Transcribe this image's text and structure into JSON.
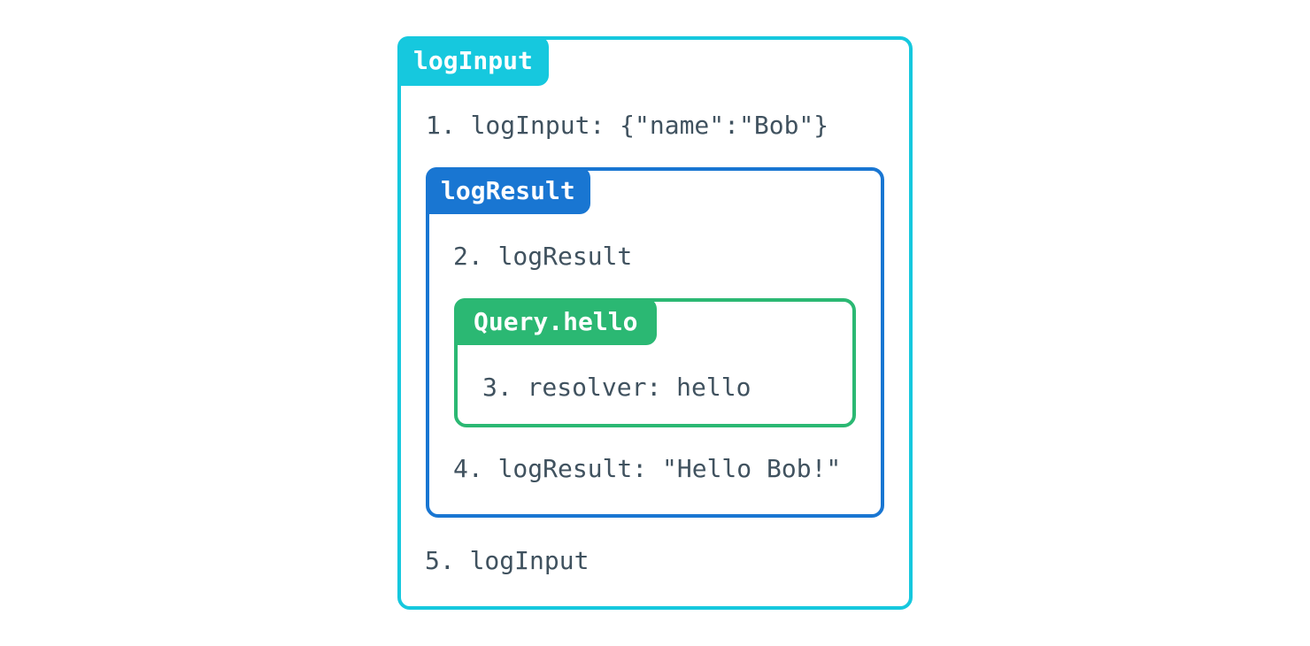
{
  "diagram": {
    "title": "middleware-execution-order-diagram",
    "boxes": {
      "outer": {
        "label": "logInput",
        "border_color": "#16c8de",
        "label_bg": "#16c8de",
        "label_text_color": "#ffffff"
      },
      "middle": {
        "label": "logResult",
        "border_color": "#1976d2",
        "label_bg": "#1976d2",
        "label_text_color": "#ffffff"
      },
      "inner": {
        "label": "Query.hello",
        "border_color": "#2bb873",
        "label_bg": "#2bb873",
        "label_text_color": "#ffffff"
      }
    },
    "steps": [
      "1. logInput: {\"name\":\"Bob\"}",
      "2. logResult",
      "3. resolver: hello",
      "4. logResult: \"Hello Bob!\"",
      "5. logInput"
    ],
    "colors": {
      "background": "#ffffff",
      "step_text": "#40525f"
    }
  }
}
